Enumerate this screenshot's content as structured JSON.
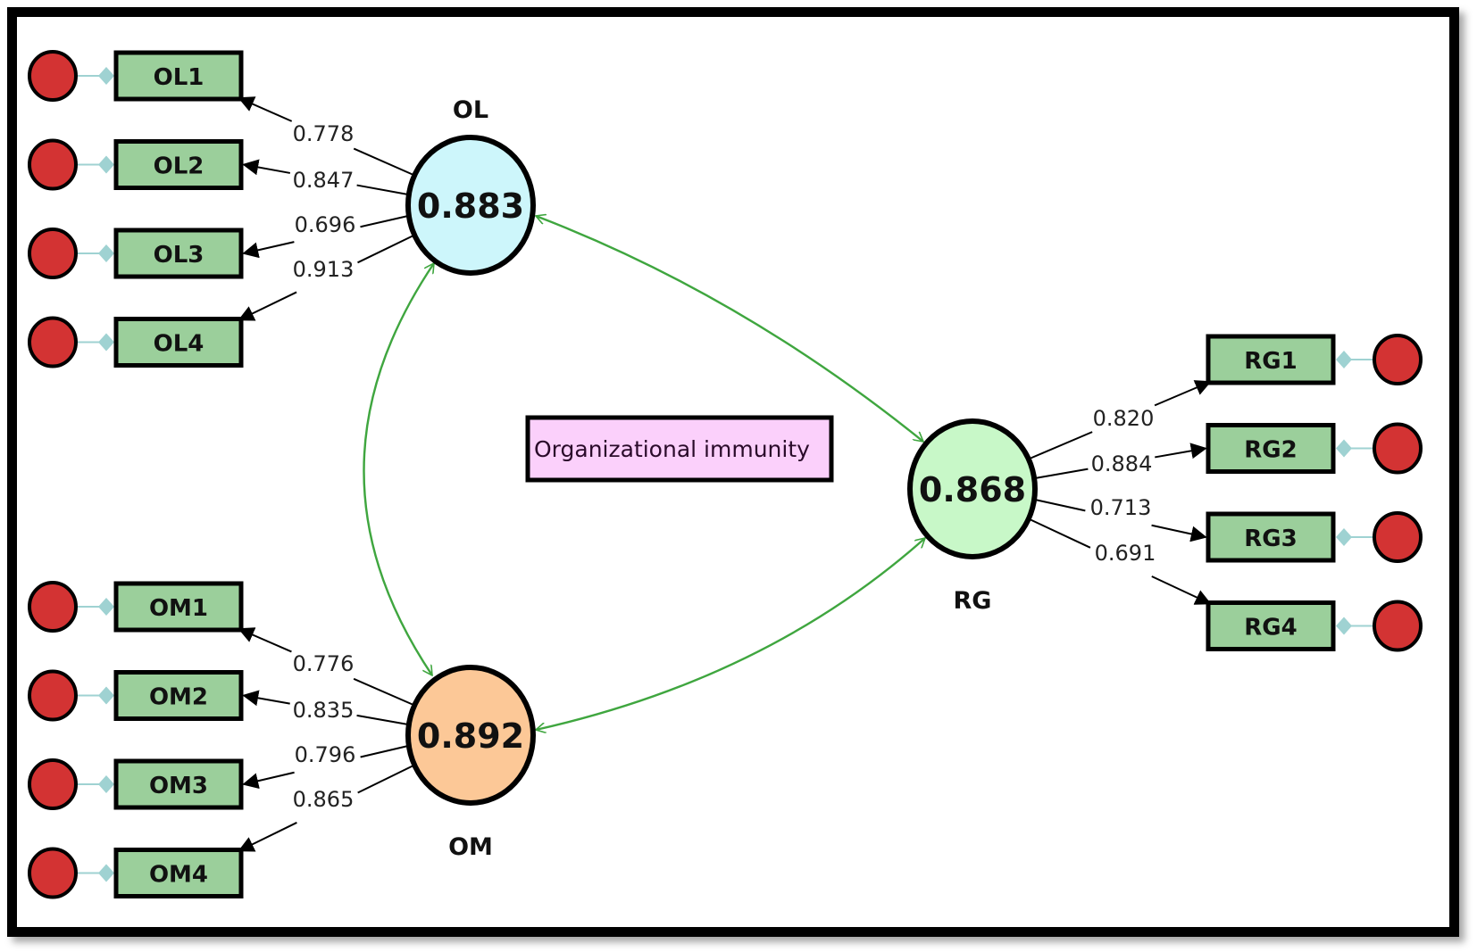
{
  "diagram": {
    "title": "Organizational immunity",
    "colors": {
      "indicator_fill": "#9bcf9b",
      "error_fill": "#d33333",
      "connector": "#9fd2d2",
      "covariance": "#3fa63f",
      "note_fill": "#fbd0fb",
      "OL_fill": "#cdf6fb",
      "OM_fill": "#fcc897",
      "RG_fill": "#c8f8c8"
    },
    "latent_variables": [
      {
        "id": "OL",
        "name": "OL",
        "value": "0.883",
        "color_key": "OL_fill"
      },
      {
        "id": "OM",
        "name": "OM",
        "value": "0.892",
        "color_key": "OM_fill"
      },
      {
        "id": "RG",
        "name": "RG",
        "value": "0.868",
        "color_key": "RG_fill"
      }
    ],
    "indicators": [
      {
        "id": "OL1",
        "latent": "OL",
        "loading": "0.778"
      },
      {
        "id": "OL2",
        "latent": "OL",
        "loading": "0.847"
      },
      {
        "id": "OL3",
        "latent": "OL",
        "loading": "0.696"
      },
      {
        "id": "OL4",
        "latent": "OL",
        "loading": "0.913"
      },
      {
        "id": "OM1",
        "latent": "OM",
        "loading": "0.776"
      },
      {
        "id": "OM2",
        "latent": "OM",
        "loading": "0.835"
      },
      {
        "id": "OM3",
        "latent": "OM",
        "loading": "0.796"
      },
      {
        "id": "OM4",
        "latent": "OM",
        "loading": "0.865"
      },
      {
        "id": "RG1",
        "latent": "RG",
        "loading": "0.820"
      },
      {
        "id": "RG2",
        "latent": "RG",
        "loading": "0.884"
      },
      {
        "id": "RG3",
        "latent": "RG",
        "loading": "0.713"
      },
      {
        "id": "RG4",
        "latent": "RG",
        "loading": "0.691"
      }
    ],
    "covariances": [
      {
        "from": "OL",
        "to": "RG"
      },
      {
        "from": "OL",
        "to": "OM"
      },
      {
        "from": "OM",
        "to": "RG"
      }
    ]
  }
}
